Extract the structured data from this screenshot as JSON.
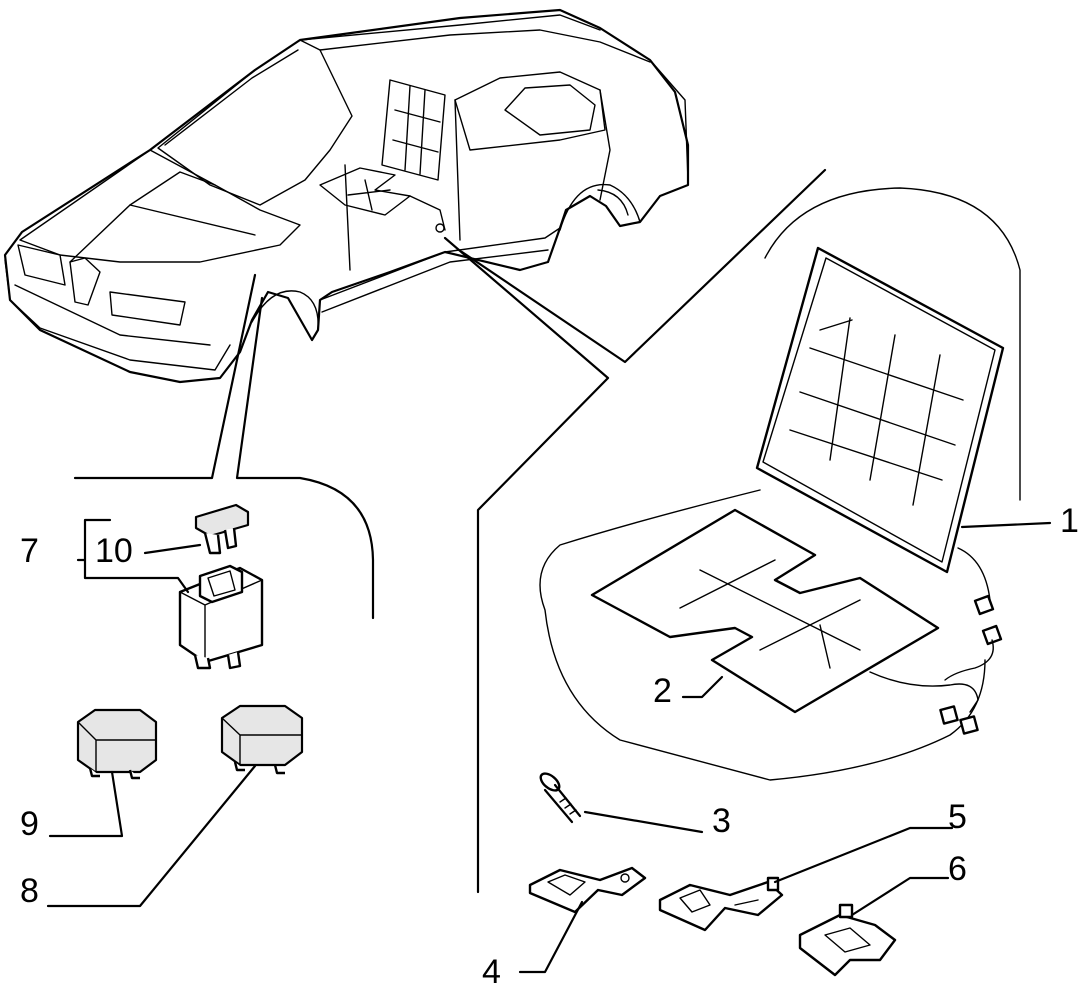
{
  "callouts": {
    "c1": "1",
    "c2": "2",
    "c3": "3",
    "c4": "4",
    "c5": "5",
    "c6": "6",
    "c7": "7",
    "c8": "8",
    "c9": "9",
    "c10": "10"
  },
  "style": {
    "ink": "#000000",
    "paper": "#ffffff"
  }
}
